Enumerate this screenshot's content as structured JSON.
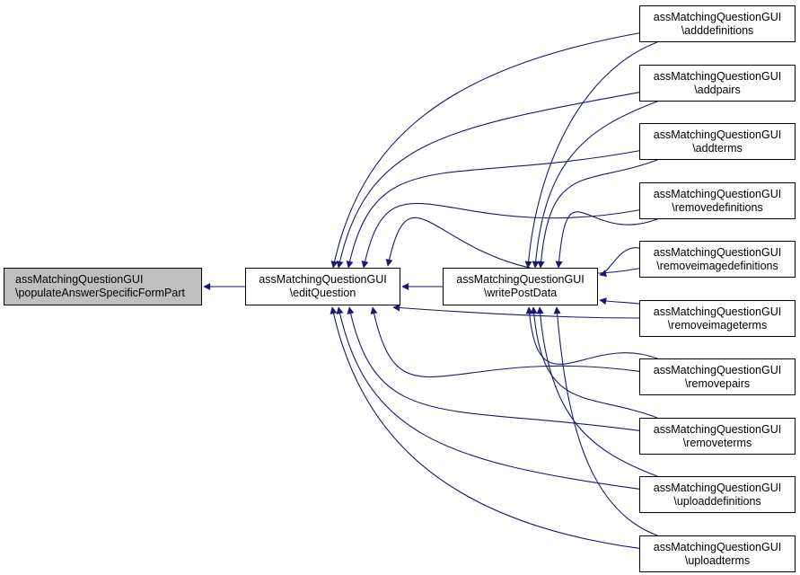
{
  "diagram": {
    "type": "call-graph",
    "edge_color": "#191970",
    "focus_fill": "#bfbfbf",
    "nodes": [
      {
        "id": "populate",
        "class": "assMatchingQuestionGUI",
        "method": "\\populateAnswerSpecificFormPart",
        "focus": true
      },
      {
        "id": "editQuestion",
        "class": "assMatchingQuestionGUI",
        "method": "\\editQuestion"
      },
      {
        "id": "writePostData",
        "class": "assMatchingQuestionGUI",
        "method": "\\writePostData"
      },
      {
        "id": "adddefinitions",
        "class": "assMatchingQuestionGUI",
        "method": "\\adddefinitions"
      },
      {
        "id": "addpairs",
        "class": "assMatchingQuestionGUI",
        "method": "\\addpairs"
      },
      {
        "id": "addterms",
        "class": "assMatchingQuestionGUI",
        "method": "\\addterms"
      },
      {
        "id": "removedefinitions",
        "class": "assMatchingQuestionGUI",
        "method": "\\removedefinitions"
      },
      {
        "id": "removeimagedefinitions",
        "class": "assMatchingQuestionGUI",
        "method": "\\removeimagedefinitions"
      },
      {
        "id": "removeimageterms",
        "class": "assMatchingQuestionGUI",
        "method": "\\removeimageterms"
      },
      {
        "id": "removepairs",
        "class": "assMatchingQuestionGUI",
        "method": "\\removepairs"
      },
      {
        "id": "removeterms",
        "class": "assMatchingQuestionGUI",
        "method": "\\removeterms"
      },
      {
        "id": "uploaddefinitions",
        "class": "assMatchingQuestionGUI",
        "method": "\\uploaddefinitions"
      },
      {
        "id": "uploadterms",
        "class": "assMatchingQuestionGUI",
        "method": "\\uploadterms"
      }
    ],
    "edges": [
      {
        "from": "editQuestion",
        "to": "populate"
      },
      {
        "from": "writePostData",
        "to": "editQuestion"
      },
      {
        "from": "adddefinitions",
        "to": "editQuestion"
      },
      {
        "from": "adddefinitions",
        "to": "writePostData"
      },
      {
        "from": "addpairs",
        "to": "editQuestion"
      },
      {
        "from": "addpairs",
        "to": "writePostData"
      },
      {
        "from": "addterms",
        "to": "editQuestion"
      },
      {
        "from": "addterms",
        "to": "writePostData"
      },
      {
        "from": "removedefinitions",
        "to": "editQuestion"
      },
      {
        "from": "removedefinitions",
        "to": "writePostData"
      },
      {
        "from": "removeimagedefinitions",
        "to": "editQuestion"
      },
      {
        "from": "removeimagedefinitions",
        "to": "writePostData"
      },
      {
        "from": "removeimageterms",
        "to": "editQuestion"
      },
      {
        "from": "removeimageterms",
        "to": "writePostData"
      },
      {
        "from": "removepairs",
        "to": "editQuestion"
      },
      {
        "from": "removepairs",
        "to": "writePostData"
      },
      {
        "from": "removeterms",
        "to": "editQuestion"
      },
      {
        "from": "removeterms",
        "to": "writePostData"
      },
      {
        "from": "uploaddefinitions",
        "to": "editQuestion"
      },
      {
        "from": "uploaddefinitions",
        "to": "writePostData"
      },
      {
        "from": "uploadterms",
        "to": "editQuestion"
      },
      {
        "from": "uploadterms",
        "to": "writePostData"
      }
    ]
  }
}
